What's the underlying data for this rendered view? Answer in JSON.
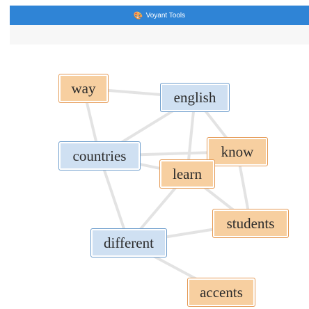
{
  "header": {
    "title": "Voyant Tools",
    "logo_icon": "voyant-logo-icon"
  },
  "graph": {
    "nodes": [
      {
        "id": "way",
        "label": "way",
        "kind": "term"
      },
      {
        "id": "english",
        "label": "english",
        "kind": "document"
      },
      {
        "id": "countries",
        "label": "countries",
        "kind": "document"
      },
      {
        "id": "know",
        "label": "know",
        "kind": "term"
      },
      {
        "id": "learn",
        "label": "learn",
        "kind": "term"
      },
      {
        "id": "students",
        "label": "students",
        "kind": "term"
      },
      {
        "id": "different",
        "label": "different",
        "kind": "document"
      },
      {
        "id": "accents",
        "label": "accents",
        "kind": "term"
      }
    ],
    "edges": [
      [
        "way",
        "english"
      ],
      [
        "english",
        "know"
      ],
      [
        "english",
        "learn"
      ],
      [
        "english",
        "countries"
      ],
      [
        "countries",
        "learn"
      ],
      [
        "countries",
        "know"
      ],
      [
        "countries",
        "different"
      ],
      [
        "learn",
        "students"
      ],
      [
        "learn",
        "different"
      ],
      [
        "different",
        "accents"
      ],
      [
        "different",
        "students"
      ],
      [
        "know",
        "students"
      ],
      [
        "way",
        "countries"
      ]
    ]
  },
  "colors": {
    "header_bg": "#2f84d6",
    "term_fill": "#f7cfa0",
    "doc_fill": "#cfe0f2",
    "edge": "#e3e3e3"
  }
}
